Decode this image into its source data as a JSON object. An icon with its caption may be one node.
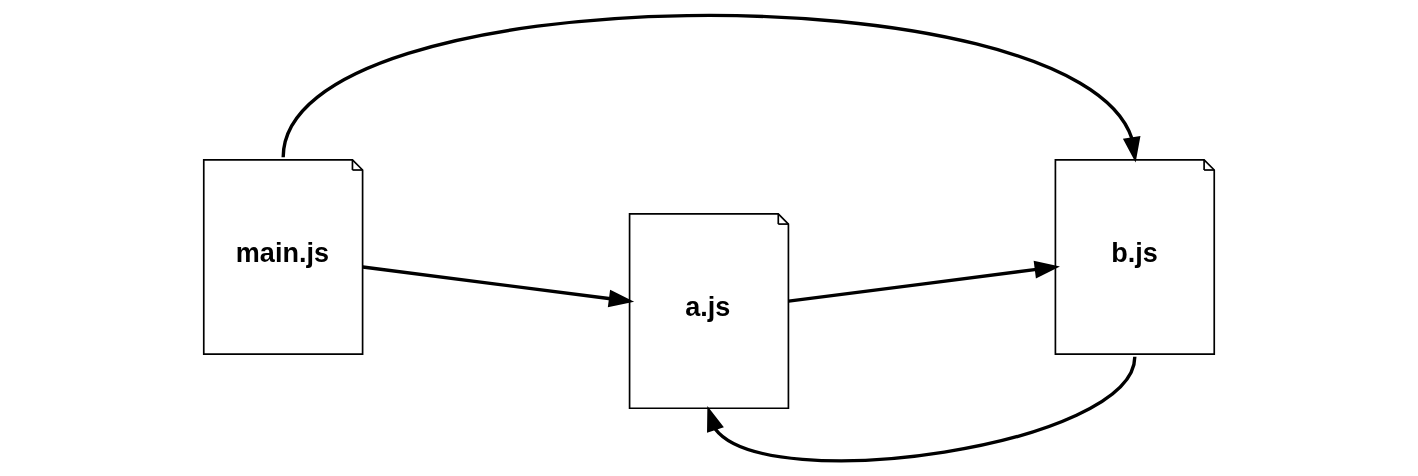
{
  "diagram": {
    "nodes": [
      {
        "text": [
          "main.js"
        ]
      },
      {
        "text": [
          "a.js"
        ]
      },
      {
        "text": [
          "b.js"
        ]
      }
    ],
    "edges": [
      {
        "from": 0,
        "to": 2,
        "arrow": "to"
      },
      {
        "from": 0,
        "to": 1,
        "arrow": "to"
      },
      {
        "from": 1,
        "to": 2,
        "arrow": "to"
      },
      {
        "from": 2,
        "to": 1,
        "arrow": "to"
      }
    ]
  }
}
